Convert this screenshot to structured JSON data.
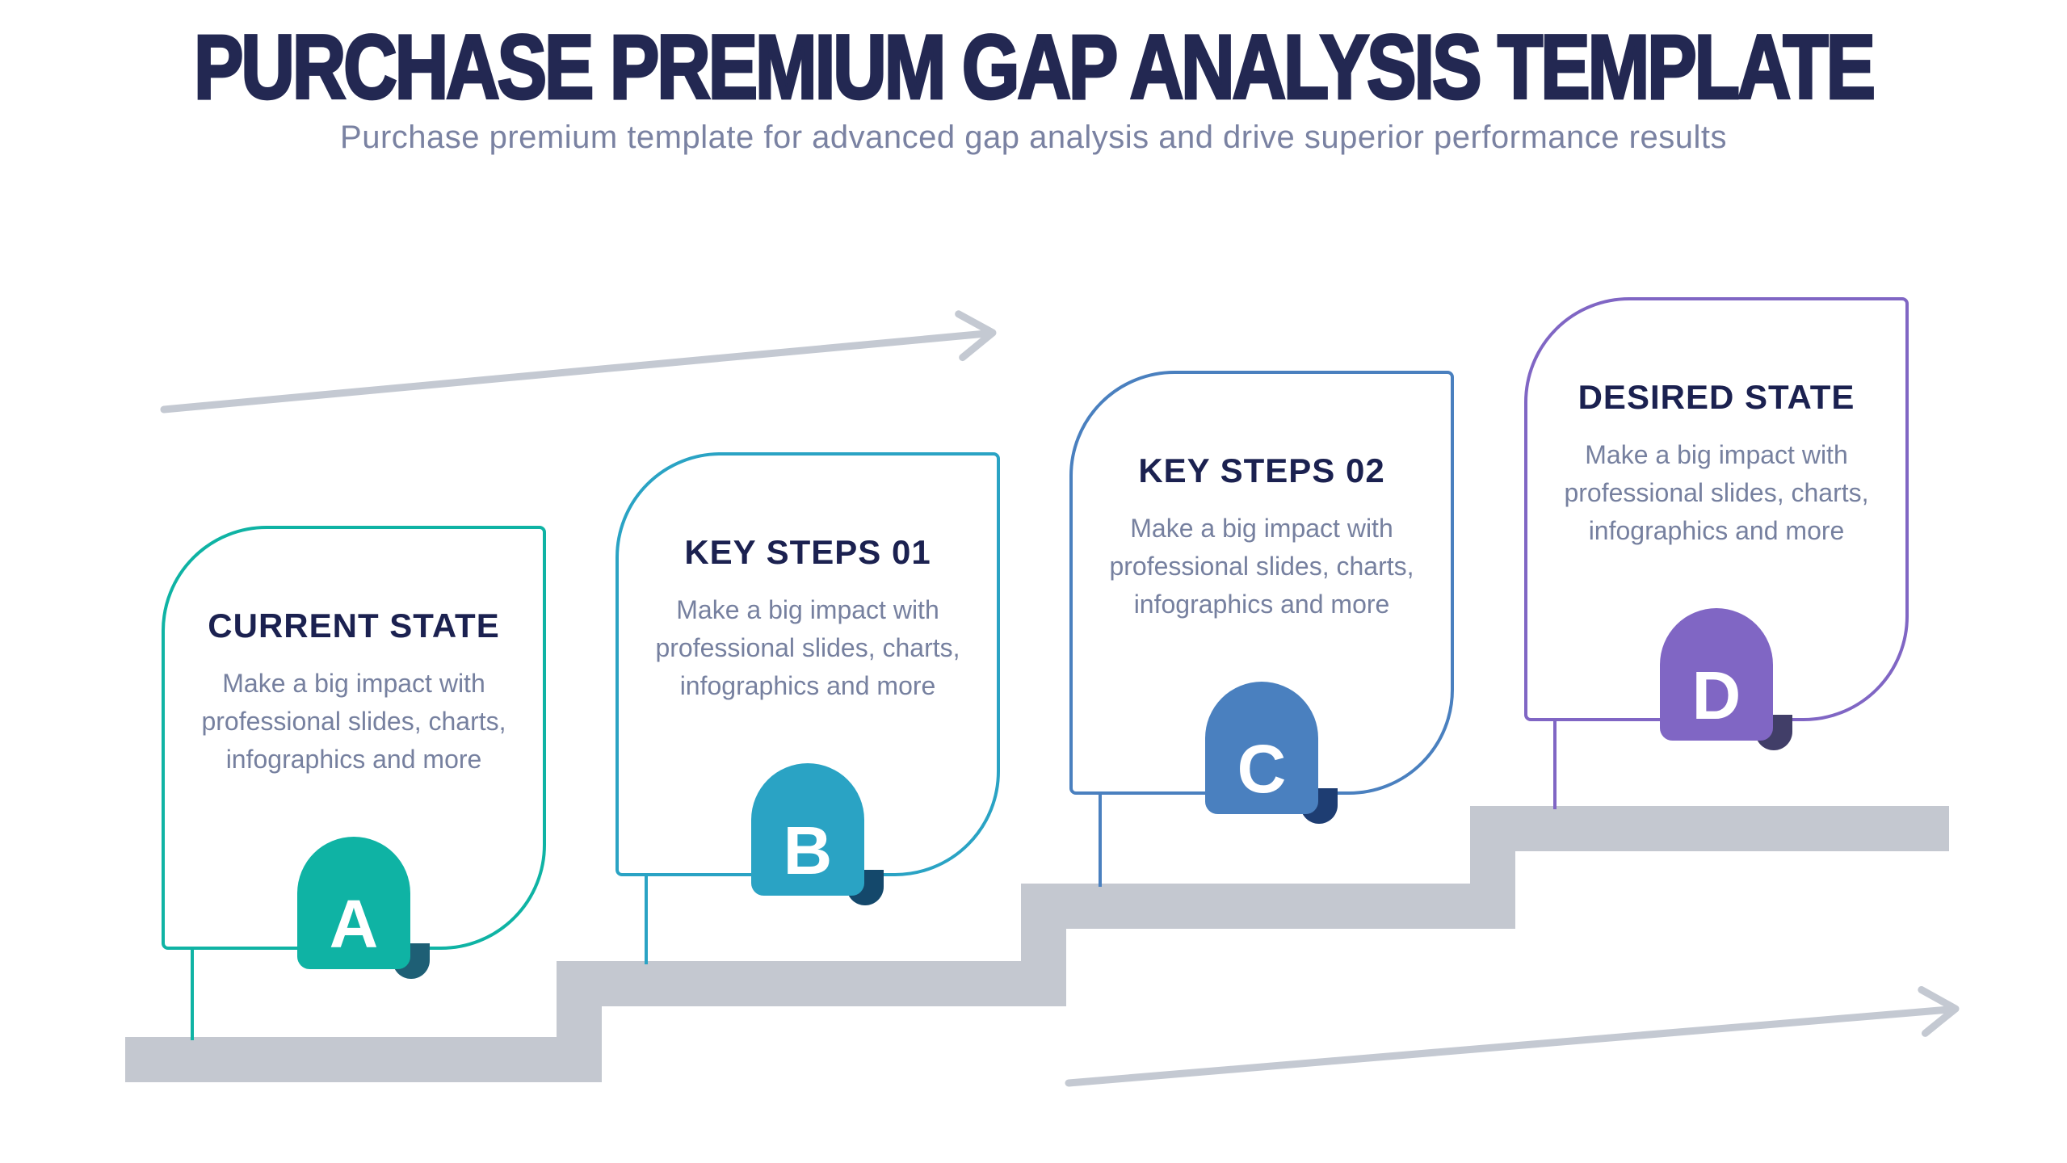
{
  "header": {
    "title": "PURCHASE PREMIUM GAP ANALYSIS TEMPLATE",
    "subtitle": "Purchase premium template for advanced gap analysis and drive superior performance results"
  },
  "cards": [
    {
      "letter": "A",
      "title": "CURRENT STATE",
      "body_lines": [
        "Make a big impact with",
        "professional slides, charts,",
        "infographics and more"
      ],
      "accent": "#0FB3A4",
      "fold": "#1E5F75"
    },
    {
      "letter": "B",
      "title": "KEY STEPS 01",
      "body_lines": [
        "Make a big impact with",
        "professional slides, charts,",
        "infographics and more"
      ],
      "accent": "#2AA3C4",
      "fold": "#14486B"
    },
    {
      "letter": "C",
      "title": "KEY STEPS 02",
      "body_lines": [
        "Make a big impact with",
        "professional slides, charts,",
        "infographics and more"
      ],
      "accent": "#4A80BF",
      "fold": "#1E3D72"
    },
    {
      "letter": "D",
      "title": "DESIRED STATE",
      "body_lines": [
        "Make a big impact with",
        "professional slides, charts,",
        "infographics and more"
      ],
      "accent": "#8066C4",
      "fold": "#413E68"
    }
  ],
  "colors": {
    "title": "#232852",
    "subtitle": "#7A82A2",
    "card_title": "#1B2150",
    "body": "#76809F",
    "staircase": "#C4C8D0",
    "arrow": "#C4C9D2",
    "badge_letter": "#FFFFFF"
  }
}
